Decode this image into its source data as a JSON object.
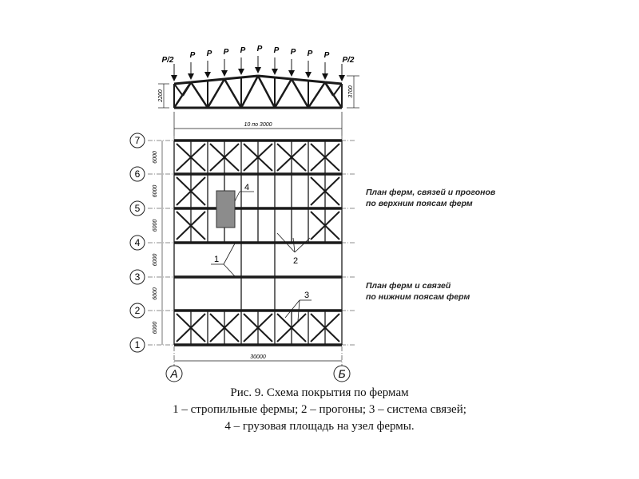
{
  "truss": {
    "load_end": "P/2",
    "load": "P",
    "height_support": "2200",
    "height_mid": "3700",
    "span_label": "10 по 3000"
  },
  "plan": {
    "axes_rows": [
      "1",
      "2",
      "3",
      "4",
      "5",
      "6",
      "7"
    ],
    "row_spacing": "6000",
    "axes_cols": [
      "А",
      "Б"
    ],
    "width_label": "30000",
    "callouts": [
      "1",
      "2",
      "3",
      "4"
    ]
  },
  "notes": {
    "top": [
      "План ферм, связей и прогонов",
      "по верхним поясам ферм"
    ],
    "bottom": [
      "План ферм и связей",
      "по нижним поясам ферм"
    ]
  },
  "caption": {
    "line1": "Рис. 9. Схема покрытия по фермам",
    "line2": "1 – стропильные фермы; 2 – прогоны; 3 – система связей;",
    "line3": "4 – грузовая площадь на узел фермы."
  }
}
